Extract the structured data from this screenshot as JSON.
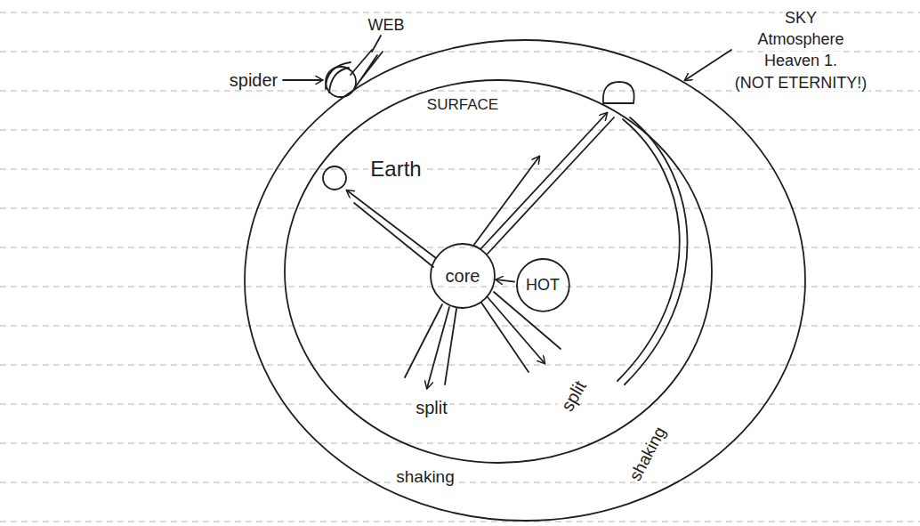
{
  "diagram": {
    "nodes": [
      {
        "text": [
          "Earth"
        ]
      },
      {
        "text": [
          "core"
        ],
        "in": 0
      },
      {
        "text": [
          "HOT"
        ],
        "in": 0
      }
    ],
    "edges": [
      {
        "from": 2,
        "to": 1,
        "arrow": "to"
      }
    ],
    "labels": [
      "spider",
      "WEB",
      "SKY",
      "Atmosphere",
      "Heaven 1.",
      "(NOT ETERNITY!)",
      "SURFACE",
      "split",
      "shaking",
      "split",
      "shaking"
    ]
  }
}
